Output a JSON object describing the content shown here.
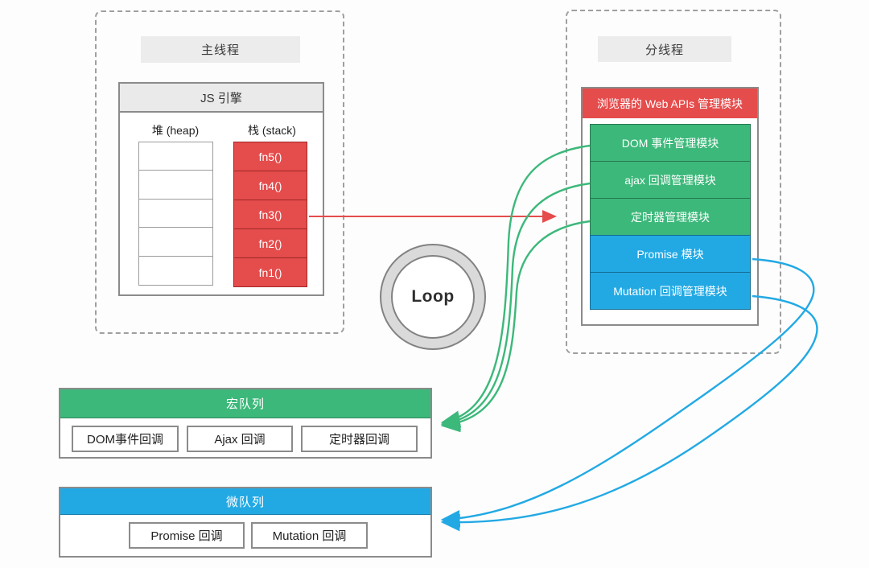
{
  "main_thread": {
    "label": "主线程",
    "js_engine": {
      "title": "JS 引擎",
      "heap_label": "堆 (heap)",
      "stack_label": "栈 (stack)",
      "stack_frames": [
        "fn5()",
        "fn4()",
        "fn3()",
        "fn2()",
        "fn1()"
      ]
    }
  },
  "loop_label": "Loop",
  "sub_thread": {
    "label": "分线程",
    "web_apis": {
      "title": "浏览器的 Web APIs 管理模块",
      "modules": [
        {
          "label": "DOM 事件管理模块",
          "type": "macro"
        },
        {
          "label": "ajax 回调管理模块",
          "type": "macro"
        },
        {
          "label": "定时器管理模块",
          "type": "macro"
        },
        {
          "label": "Promise 模块",
          "type": "micro"
        },
        {
          "label": "Mutation 回调管理模块",
          "type": "micro"
        }
      ]
    }
  },
  "macro_queue": {
    "title": "宏队列",
    "items": [
      "DOM事件回调",
      "Ajax 回调",
      "定时器回调"
    ]
  },
  "micro_queue": {
    "title": "微队列",
    "items": [
      "Promise 回调",
      "Mutation 回调"
    ]
  },
  "colors": {
    "red": "#e54c4c",
    "green": "#3cb87a",
    "blue": "#22a9e4",
    "chip_gray": "#ececec"
  }
}
